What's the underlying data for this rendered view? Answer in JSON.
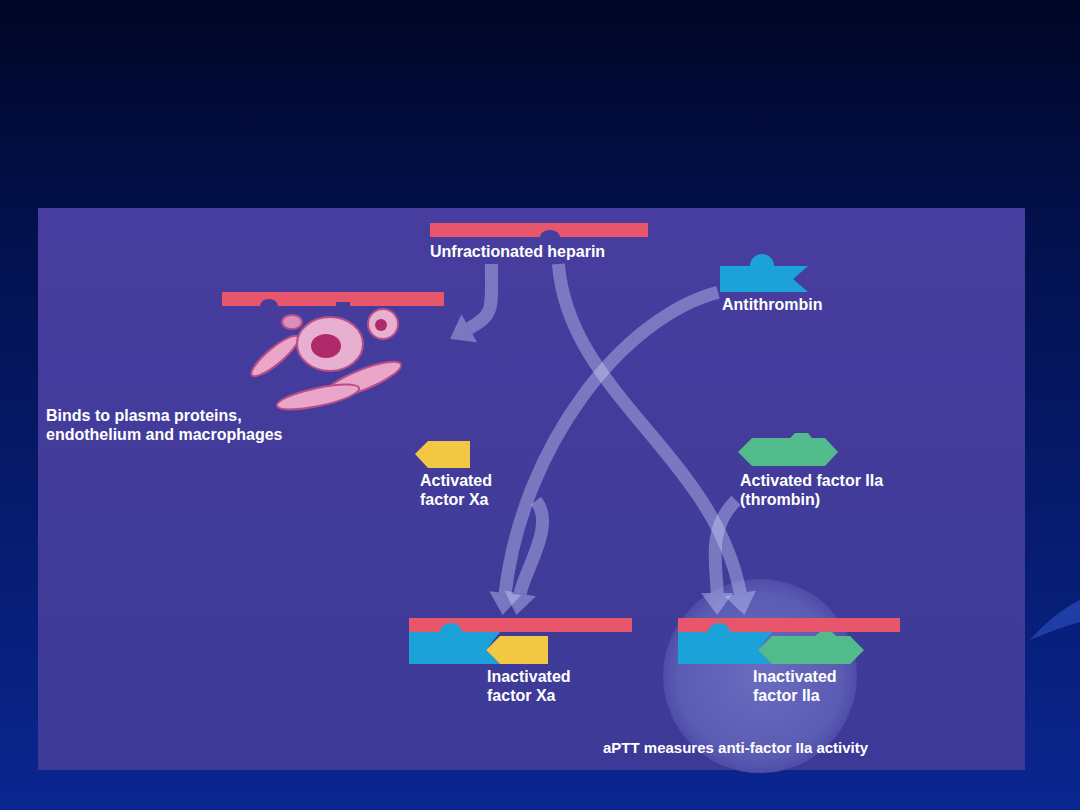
{
  "diagram": {
    "nodes": [
      {
        "text": [
          "Unfractionated heparin"
        ]
      },
      {
        "text": [
          "Antithrombin"
        ]
      },
      {
        "text": [
          "Binds to plasma proteins, endothelium and macrophages"
        ]
      },
      {
        "text": [
          "Activated factor Xa"
        ]
      },
      {
        "text": [
          "Activated factor IIa (thrombin)"
        ]
      },
      {
        "text": [
          "Inactivated factor Xa"
        ]
      },
      {
        "text": [
          "Inactivated factor IIa"
        ]
      }
    ],
    "edges": [
      {
        "from": 0,
        "to": 2,
        "arrow": "to"
      },
      {
        "from": 0,
        "to": 6,
        "arrow": "to"
      },
      {
        "from": 1,
        "to": 5,
        "arrow": "to"
      },
      {
        "from": 3,
        "to": 5,
        "arrow": "to"
      },
      {
        "from": 4,
        "to": 6,
        "arrow": "to"
      }
    ],
    "labels": [
      "aPTT measures anti-factor IIa activity"
    ]
  }
}
